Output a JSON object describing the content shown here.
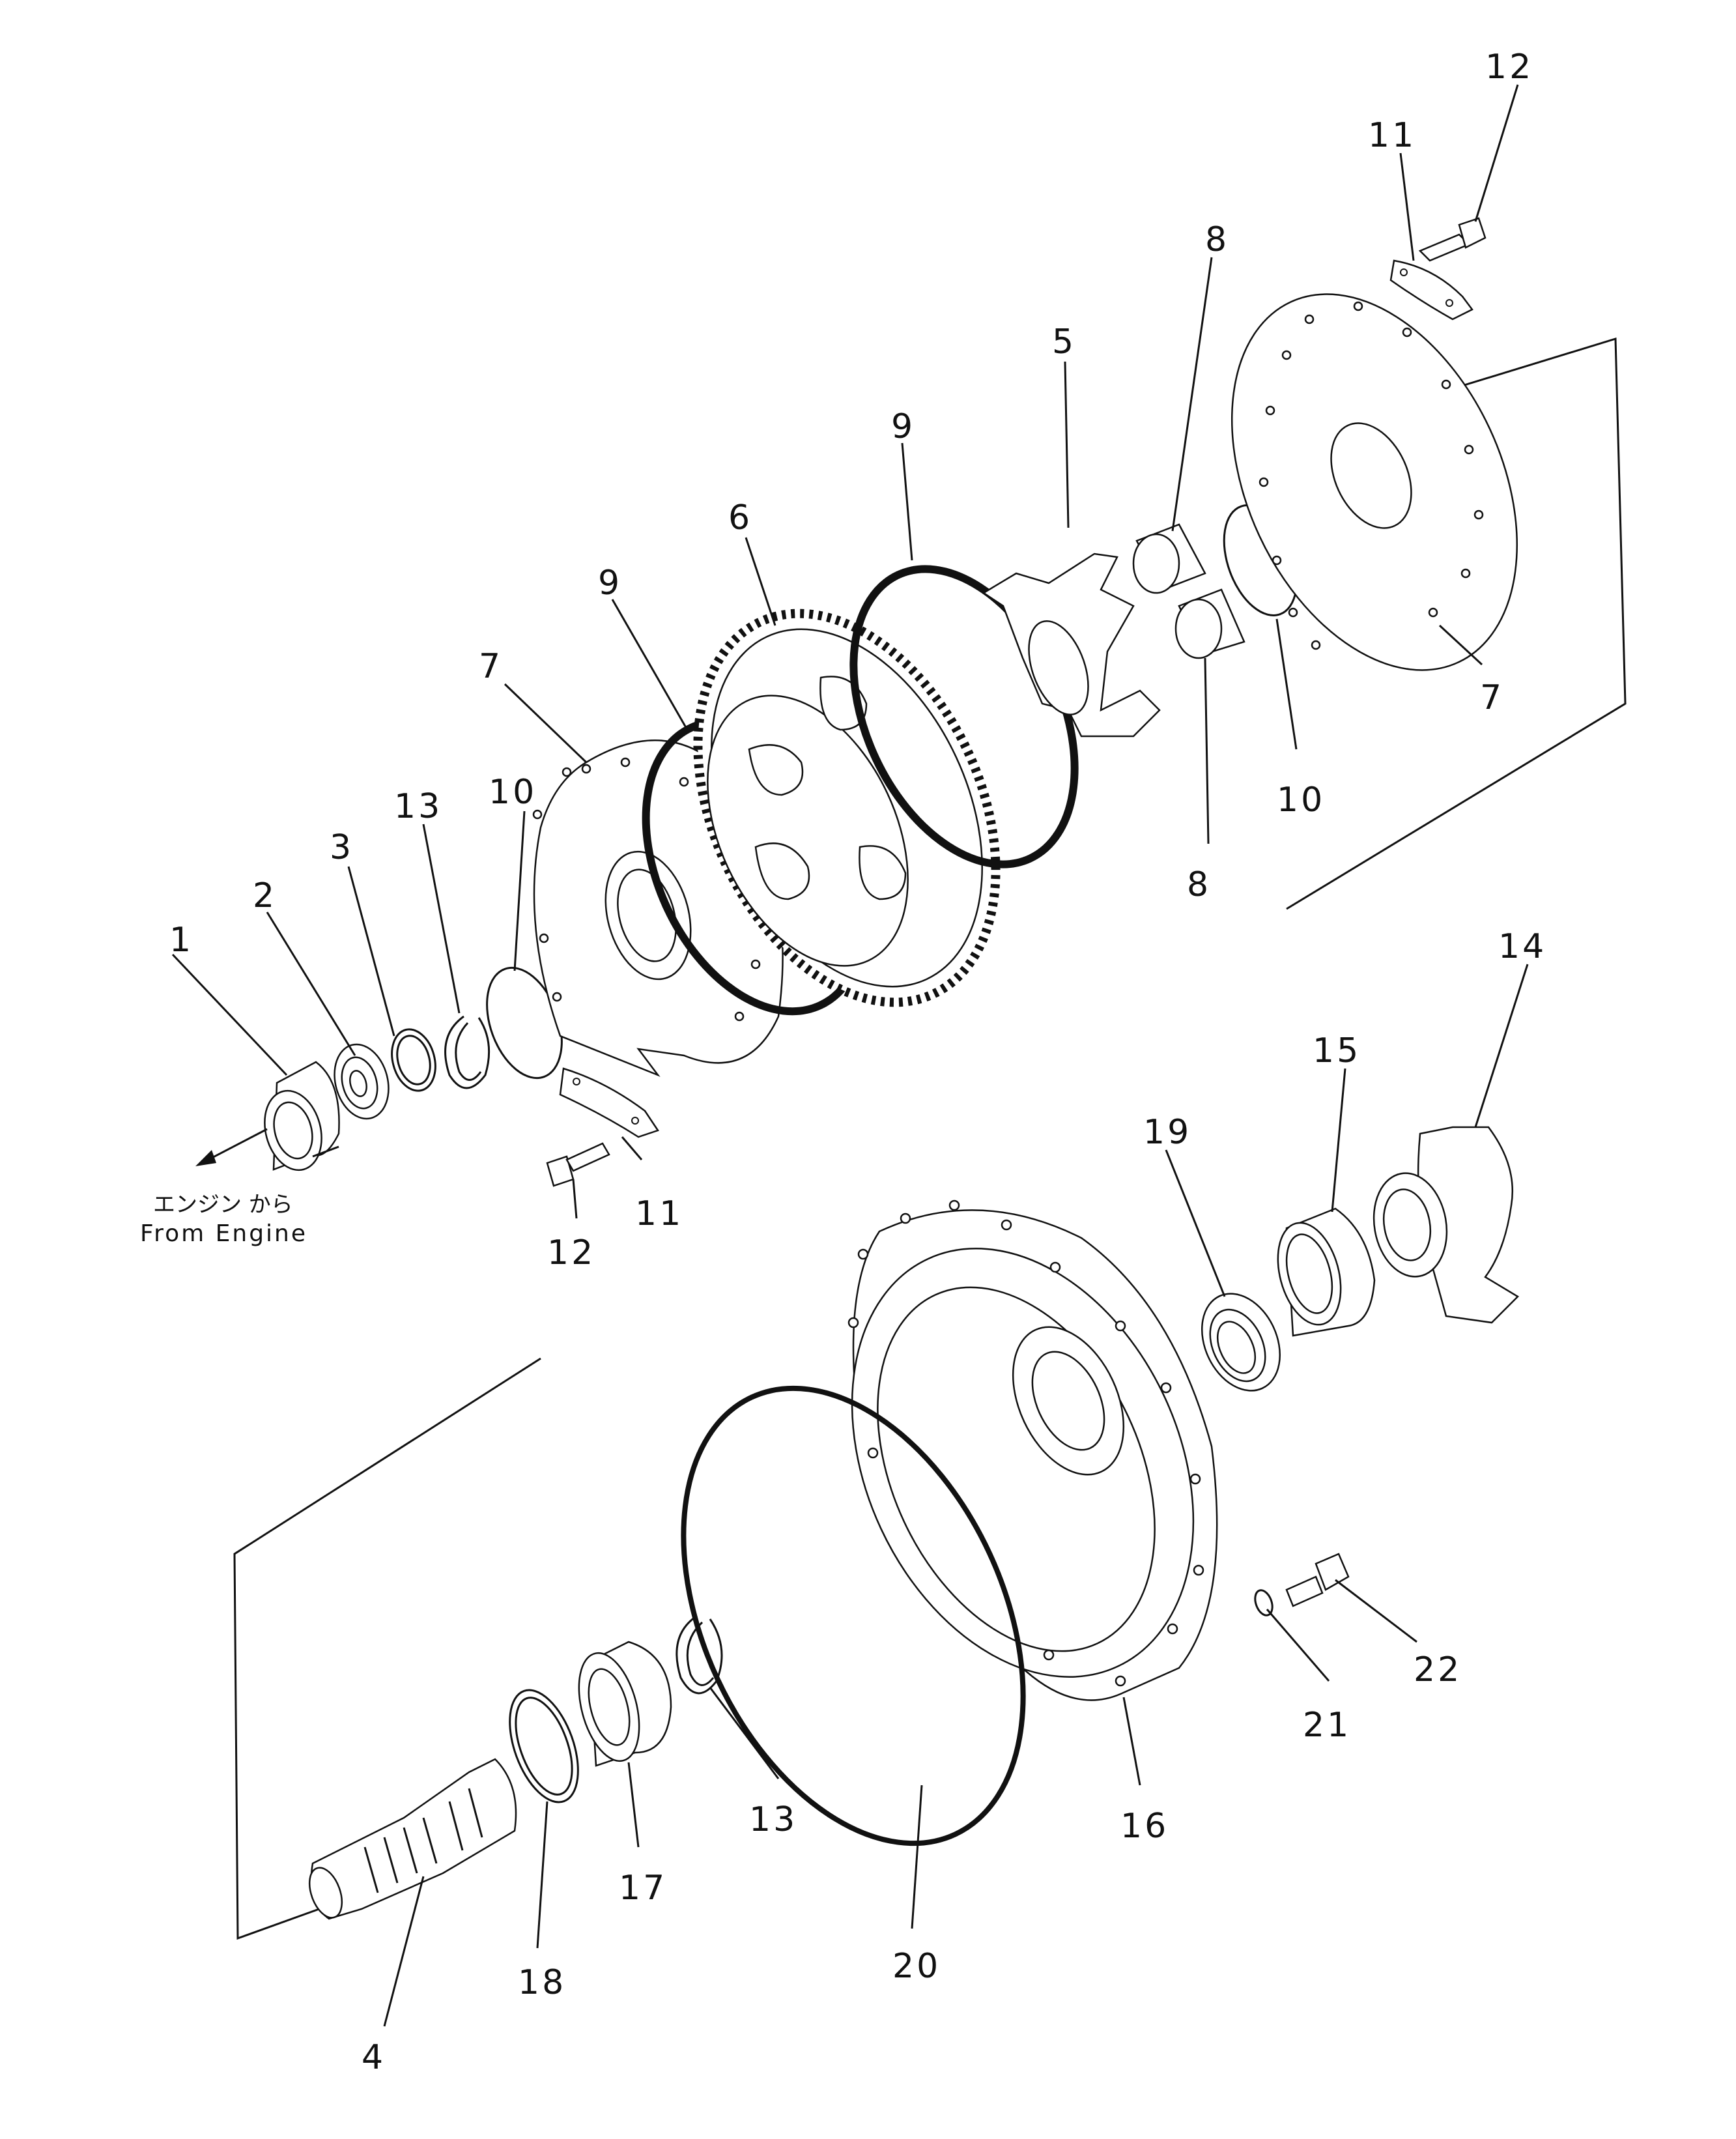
{
  "labels": {
    "p1": "1",
    "p2": "2",
    "p3": "3",
    "p4": "4",
    "p5": "5",
    "p6": "6",
    "p7a": "7",
    "p7b": "7",
    "p8a": "8",
    "p8b": "8",
    "p9a": "9",
    "p9b": "9",
    "p10a": "10",
    "p10b": "10",
    "p11a": "11",
    "p11b": "11",
    "p12a": "12",
    "p12b": "12",
    "p13a": "13",
    "p13b": "13",
    "p14": "14",
    "p15": "15",
    "p16": "16",
    "p17": "17",
    "p18": "18",
    "p19": "19",
    "p20": "20",
    "p21": "21",
    "p22": "22"
  },
  "caption": {
    "japanese": "エンジン から",
    "english": "From Engine"
  }
}
